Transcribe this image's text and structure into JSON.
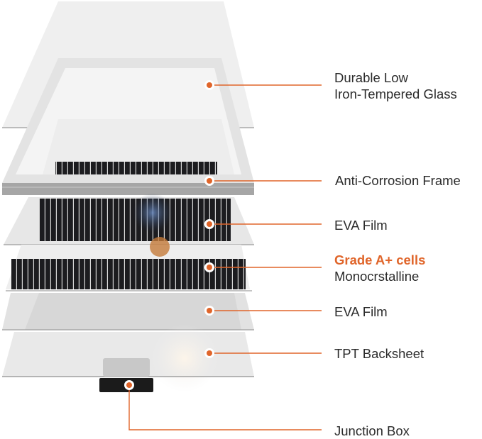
{
  "diagram": {
    "title": "Solar panel layer structure (exploded view)",
    "accent_color": "#e0652a",
    "layers": [
      {
        "id": "glass",
        "lines": [
          "Durable Low",
          "Iron-Tempered Glass"
        ],
        "dot": [
          295,
          120
        ]
      },
      {
        "id": "frame",
        "lines": [
          "Anti-Corrosion Frame"
        ],
        "dot": [
          295,
          255
        ]
      },
      {
        "id": "eva-top",
        "lines": [
          "EVA Film"
        ],
        "dot": [
          295,
          316
        ]
      },
      {
        "id": "cells",
        "highlight": "Grade A+ cells",
        "lines": [
          "Monocrstalline"
        ],
        "dot": [
          295,
          377
        ]
      },
      {
        "id": "eva-bottom",
        "lines": [
          "EVA Film"
        ],
        "dot": [
          295,
          438
        ]
      },
      {
        "id": "backsheet",
        "lines": [
          "TPT Backsheet"
        ],
        "dot": [
          295,
          498
        ]
      },
      {
        "id": "junction-box",
        "lines": [
          "Junction Box"
        ],
        "dot": [
          182,
          543
        ]
      }
    ]
  }
}
